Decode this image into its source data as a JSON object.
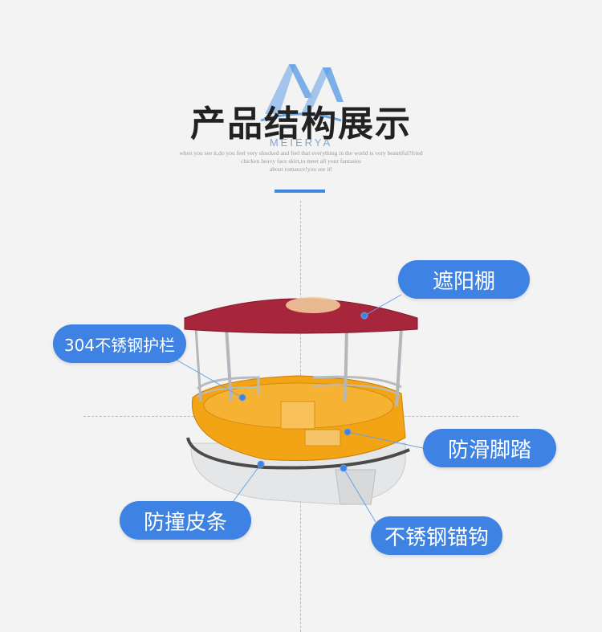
{
  "header": {
    "title": "产品结构展示",
    "brand": "MEIERYA",
    "tagline_lines": [
      "when you see it,do you feel very shocked and feel that everything in the world is very beautiful?fried",
      "chicken heavy face skirt,to meet all your fantasies",
      "about romance!you see it!"
    ]
  },
  "callouts": [
    {
      "id": "sunshade",
      "label": "遮阳棚"
    },
    {
      "id": "railing",
      "label": "304不锈钢护栏"
    },
    {
      "id": "pedal",
      "label": "防滑脚踏"
    },
    {
      "id": "bumper",
      "label": "防撞皮条"
    },
    {
      "id": "anchor",
      "label": "不锈钢锚钩"
    }
  ],
  "colors": {
    "accent": "#3e82e3",
    "canopy": "#a8263b",
    "hull_top": "#f3a418",
    "hull_bottom": "#e6e8ea"
  }
}
